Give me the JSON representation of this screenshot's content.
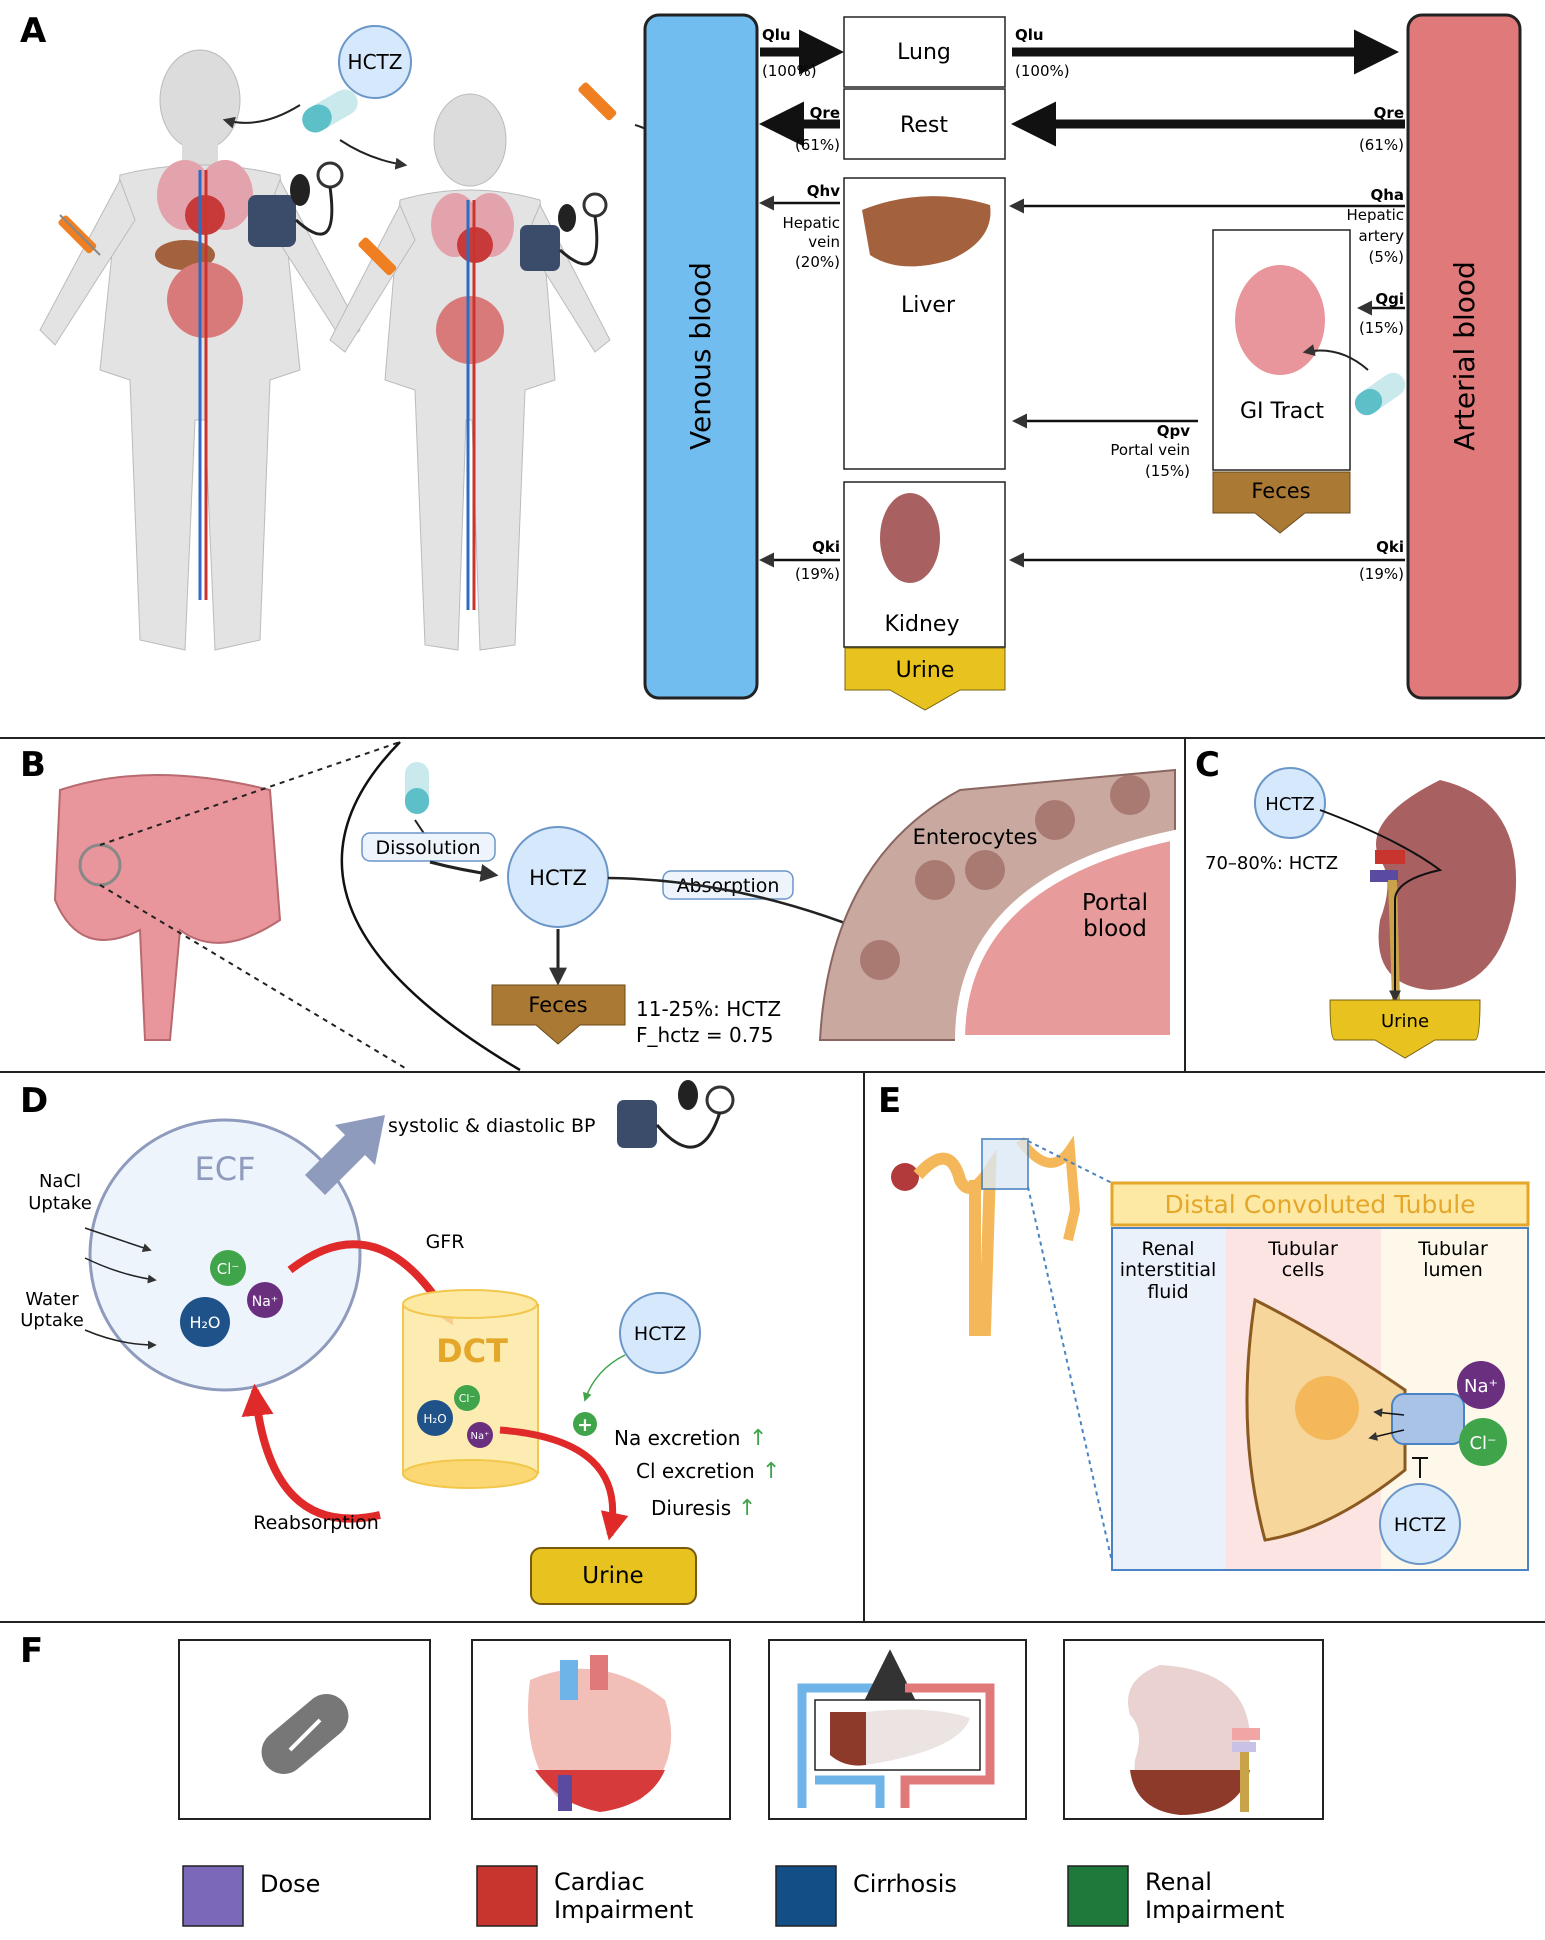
{
  "panels": {
    "a": {
      "letter": "A",
      "hctz_label": "HCTZ",
      "venous_label": "Venous blood",
      "arterial_label": "Arterial blood",
      "organs": {
        "lung": "Lung",
        "rest": "Rest",
        "liver": "Liver",
        "gi": "GI Tract",
        "kidney": "Kidney",
        "feces": "Feces",
        "urine": "Urine"
      },
      "flows": {
        "qlu_in": "Qlu",
        "qlu_in_pct": "(100%)",
        "qlu_out": "Qlu",
        "qlu_out_pct": "(100%)",
        "qre_v": "Qre",
        "qre_v_pct": "(61%)",
        "qre_a": "Qre",
        "qre_a_pct": "(61%)",
        "qhv": "Qhv",
        "qhv_l1": "Hepatic",
        "qhv_l2": "vein",
        "qhv_pct": "(20%)",
        "qha": "Qha",
        "qha_l1": "Hepatic",
        "qha_l2": "artery",
        "qha_pct": "(5%)",
        "qgi": "Qgi",
        "qgi_pct": "(15%)",
        "qpv": "Qpv",
        "qpv_l1": "Portal vein",
        "qpv_pct": "(15%)",
        "qki_v": "Qki",
        "qki_v_pct": "(19%)",
        "qki_a": "Qki",
        "qki_a_pct": "(19%)"
      }
    },
    "b": {
      "letter": "B",
      "dissolution": "Dissolution",
      "hctz": "HCTZ",
      "absorption": "Absorption",
      "enterocytes": "Enterocytes",
      "portal_l1": "Portal",
      "portal_l2": "blood",
      "feces": "Feces",
      "fraction_l1": "11-25%: HCTZ",
      "fraction_l2": "F_hctz = 0.75"
    },
    "c": {
      "letter": "C",
      "hctz": "HCTZ",
      "fraction": "70–80%: HCTZ",
      "urine": "Urine"
    },
    "d": {
      "letter": "D",
      "ecf": "ECF",
      "bp": "systolic & diastolic BP",
      "nacl_l1": "NaCl",
      "nacl_l2": "Uptake",
      "water_l1": "Water",
      "water_l2": "Uptake",
      "gfr": "GFR",
      "dct": "DCT",
      "hctz": "HCTZ",
      "reabsorption": "Reabsorption",
      "na_exc": "Na excretion",
      "cl_exc": "Cl excretion",
      "diuresis": "Diuresis",
      "up_arrow": "↑",
      "urine": "Urine",
      "plus": "+",
      "cl": "Cl⁻",
      "na": "Na⁺",
      "h2o": "H₂O"
    },
    "e": {
      "letter": "E",
      "title": "Distal Convoluted Tubule",
      "col1_l1": "Renal",
      "col1_l2": "interstitial",
      "col1_l3": "fluid",
      "col2_l1": "Tubular",
      "col2_l2": "cells",
      "col3_l1": "Tubular",
      "col3_l2": "lumen",
      "na": "Na⁺",
      "cl": "Cl⁻",
      "hctz": "HCTZ"
    },
    "f": {
      "letter": "F",
      "legend": [
        {
          "label_l1": "Dose",
          "label_l2": "",
          "color": "#7b68b8"
        },
        {
          "label_l1": "Cardiac",
          "label_l2": "Impairment",
          "color": "#c8352e"
        },
        {
          "label_l1": "Cirrhosis",
          "label_l2": "",
          "color": "#134f86"
        },
        {
          "label_l1": "Renal",
          "label_l2": "Impairment",
          "color": "#1e7a3a"
        }
      ]
    }
  },
  "colors": {
    "venous": "#72bdf0",
    "arterial": "#e07a7a",
    "hctz_fill": "#d6e8fb",
    "urine_box": "#e8c21e",
    "feces_box": "#aa7a35",
    "red_arrow": "#e02a2a",
    "dct_title": "#e5a72a",
    "green": "#3fa44a",
    "gray_arrow": "#8e9bbd"
  }
}
